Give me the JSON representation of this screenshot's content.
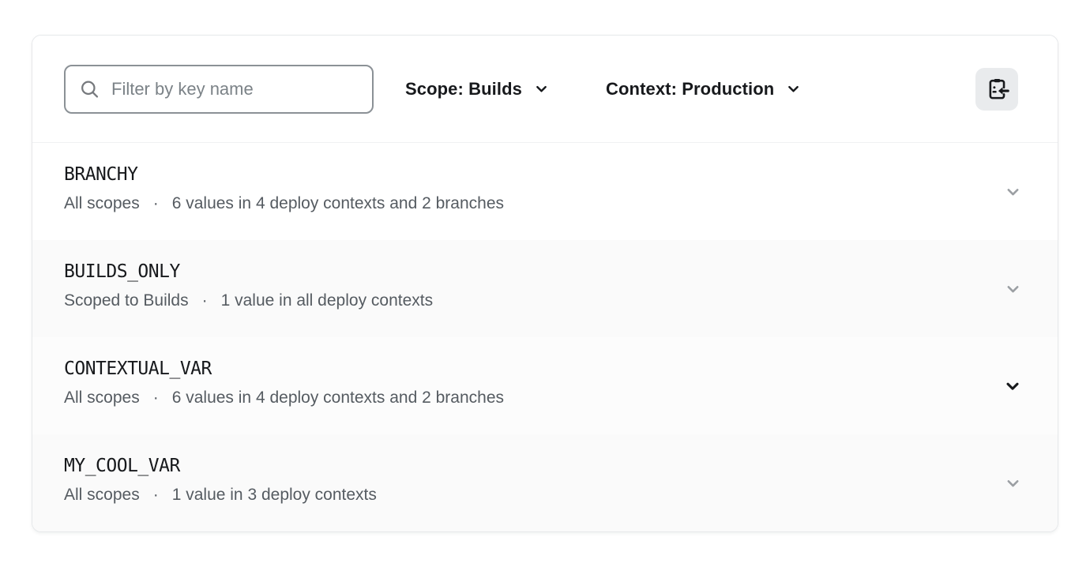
{
  "toolbar": {
    "filter": {
      "placeholder": "Filter by key name"
    },
    "scope_dropdown": {
      "label": "Scope: Builds"
    },
    "context_dropdown": {
      "label": "Context: Production"
    },
    "import_button": {
      "icon": "clipboard-import-icon"
    }
  },
  "separator": "·",
  "rows": [
    {
      "name": "BRANCHY",
      "scope": "All scopes",
      "summary": "6 values in 4 deploy contexts and 2 branches",
      "expanded": false
    },
    {
      "name": "BUILDS_ONLY",
      "scope": "Scoped to Builds",
      "summary": "1 value in all deploy contexts",
      "expanded": false
    },
    {
      "name": "CONTEXTUAL_VAR",
      "scope": "All scopes",
      "summary": "6 values in 4 deploy contexts and 2 branches",
      "expanded": false
    },
    {
      "name": "MY_COOL_VAR",
      "scope": "All scopes",
      "summary": "1 value in 3 deploy contexts",
      "expanded": false
    }
  ],
  "icons": {
    "search": "search-icon",
    "chevron": "chevron-down-icon",
    "import": "clipboard-import-icon"
  },
  "colors": {
    "text_primary": "#17191c",
    "text_muted": "#555b61",
    "input_border": "#8b9196",
    "card_border": "#e6e8ea",
    "row_alt_bg": "#fafafa",
    "button_bg": "#e9ebed",
    "chevron_muted": "#9b9fa3"
  }
}
